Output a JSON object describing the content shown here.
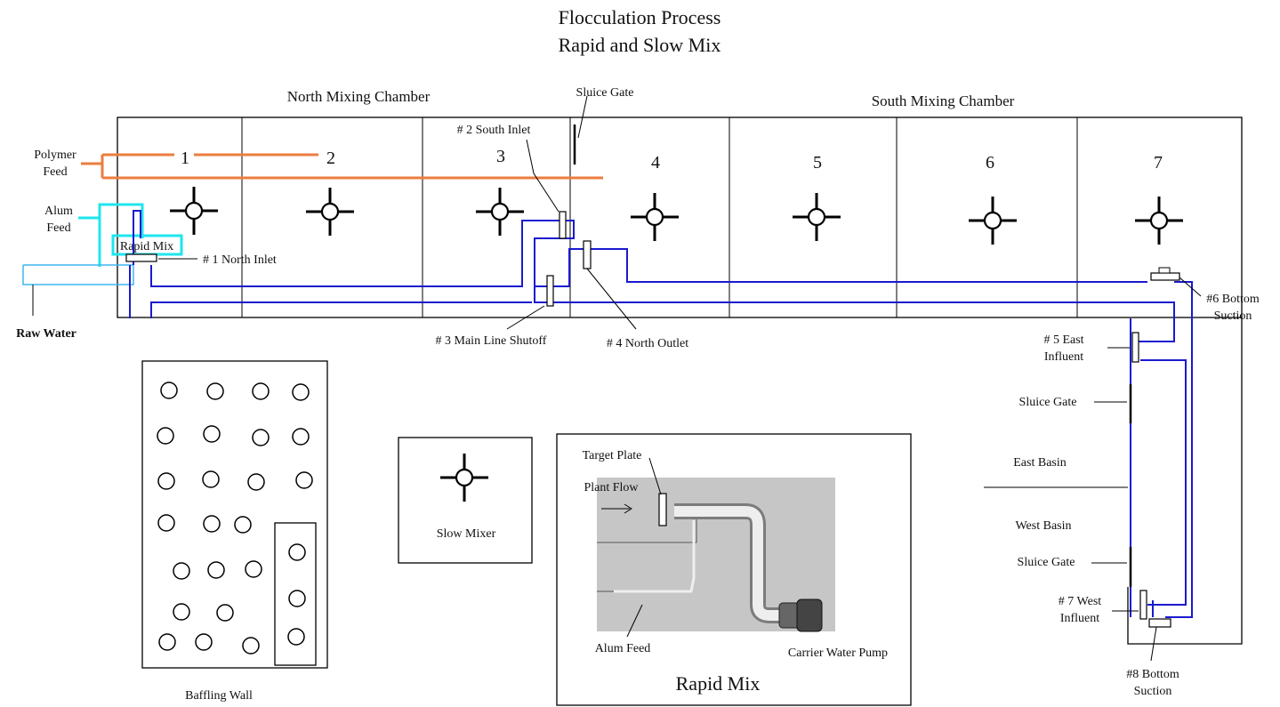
{
  "title": {
    "line1": "Flocculation Process",
    "line2": "Rapid and Slow Mix"
  },
  "chambers": {
    "north": "North Mixing Chamber",
    "south": "South Mixing Chamber"
  },
  "cells": [
    "1",
    "2",
    "3",
    "4",
    "5",
    "6",
    "7"
  ],
  "feeds": {
    "polymer": [
      "Polymer",
      "Feed"
    ],
    "alum": [
      "Alum",
      "Feed"
    ],
    "rapid_mix_box": "Rapid Mix",
    "raw_water": "Raw Water"
  },
  "valves": {
    "v1": "# 1 North Inlet",
    "v2": "# 2 South Inlet",
    "v3": "# 3 Main Line Shutoff",
    "v4": "# 4 North Outlet",
    "v5": [
      "# 5 East",
      "Influent"
    ],
    "v6": [
      "#6 Bottom",
      "Suction"
    ],
    "v7": [
      "# 7 West",
      "Influent"
    ],
    "v8": [
      "#8 Bottom",
      "Suction"
    ]
  },
  "gates": {
    "top": "Sluice Gate",
    "east": "Sluice Gate",
    "west": "Sluice Gate"
  },
  "basins": {
    "east": "East Basin",
    "west": "West Basin"
  },
  "legend": {
    "baffling_wall": "Baffling Wall",
    "slow_mixer": "Slow Mixer",
    "rapid_mix": {
      "title": "Rapid Mix",
      "target_plate": "Target Plate",
      "plant_flow": "Plant Flow",
      "alum_feed": "Alum Feed",
      "carrier_pump": "Carrier Water Pump"
    }
  },
  "colors": {
    "pipe": "#1a1ad0",
    "alum_line": "#1ee6ee",
    "polymer_line": "#ec7d3f",
    "rapid_mix_panel": "#c6c6c6"
  }
}
